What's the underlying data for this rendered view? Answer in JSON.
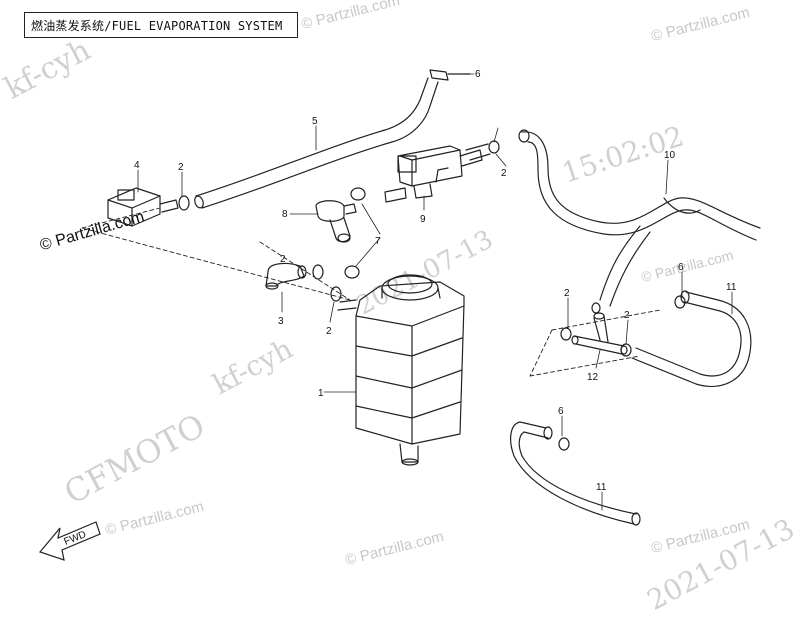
{
  "title": "燃油蒸发系统/FUEL EVAPORATION SYSTEM",
  "copyright": "© Partzilla.com",
  "watermarks": {
    "partzilla": "© Partzilla.com",
    "cfmoto": "CFMOTO",
    "operator": "kf-cyh",
    "date": "2021-07-13",
    "time": "15:02:02"
  },
  "fwd_label": "FWD",
  "callouts": [
    "1",
    "2",
    "2",
    "2",
    "2",
    "2",
    "2",
    "3",
    "4",
    "5",
    "6",
    "6",
    "6",
    "7",
    "8",
    "9",
    "10",
    "11",
    "11",
    "12"
  ],
  "colors": {
    "line": "#222222",
    "hatch": "#555555",
    "watermark": "#c8c8c8"
  }
}
